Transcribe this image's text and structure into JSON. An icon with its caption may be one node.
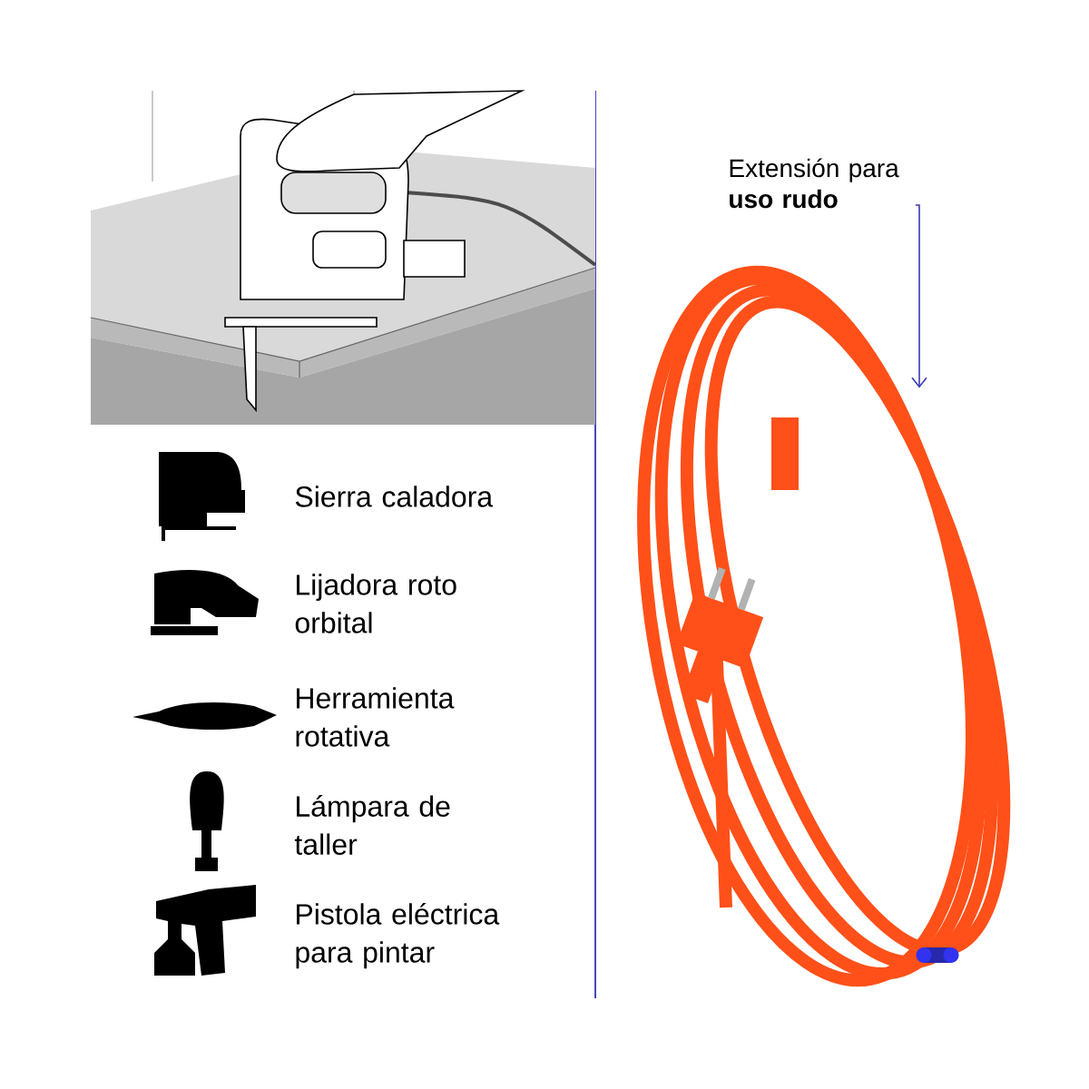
{
  "diagram": {
    "nodes": [
      {
        "text": [
          "Extensión para **uso rudo**"
        ]
      },
      {
        "text": [],
        "shape": "picture"
      }
    ],
    "edges": [
      {
        "from": 0,
        "to": 1,
        "arrow": "to"
      }
    ],
    "labels": [
      "Sierra caladora",
      "Lijadora roto orbital",
      "Herramienta rotativa",
      "Lámpara de taller",
      "Pistola eléctrica para pintar"
    ]
  }
}
